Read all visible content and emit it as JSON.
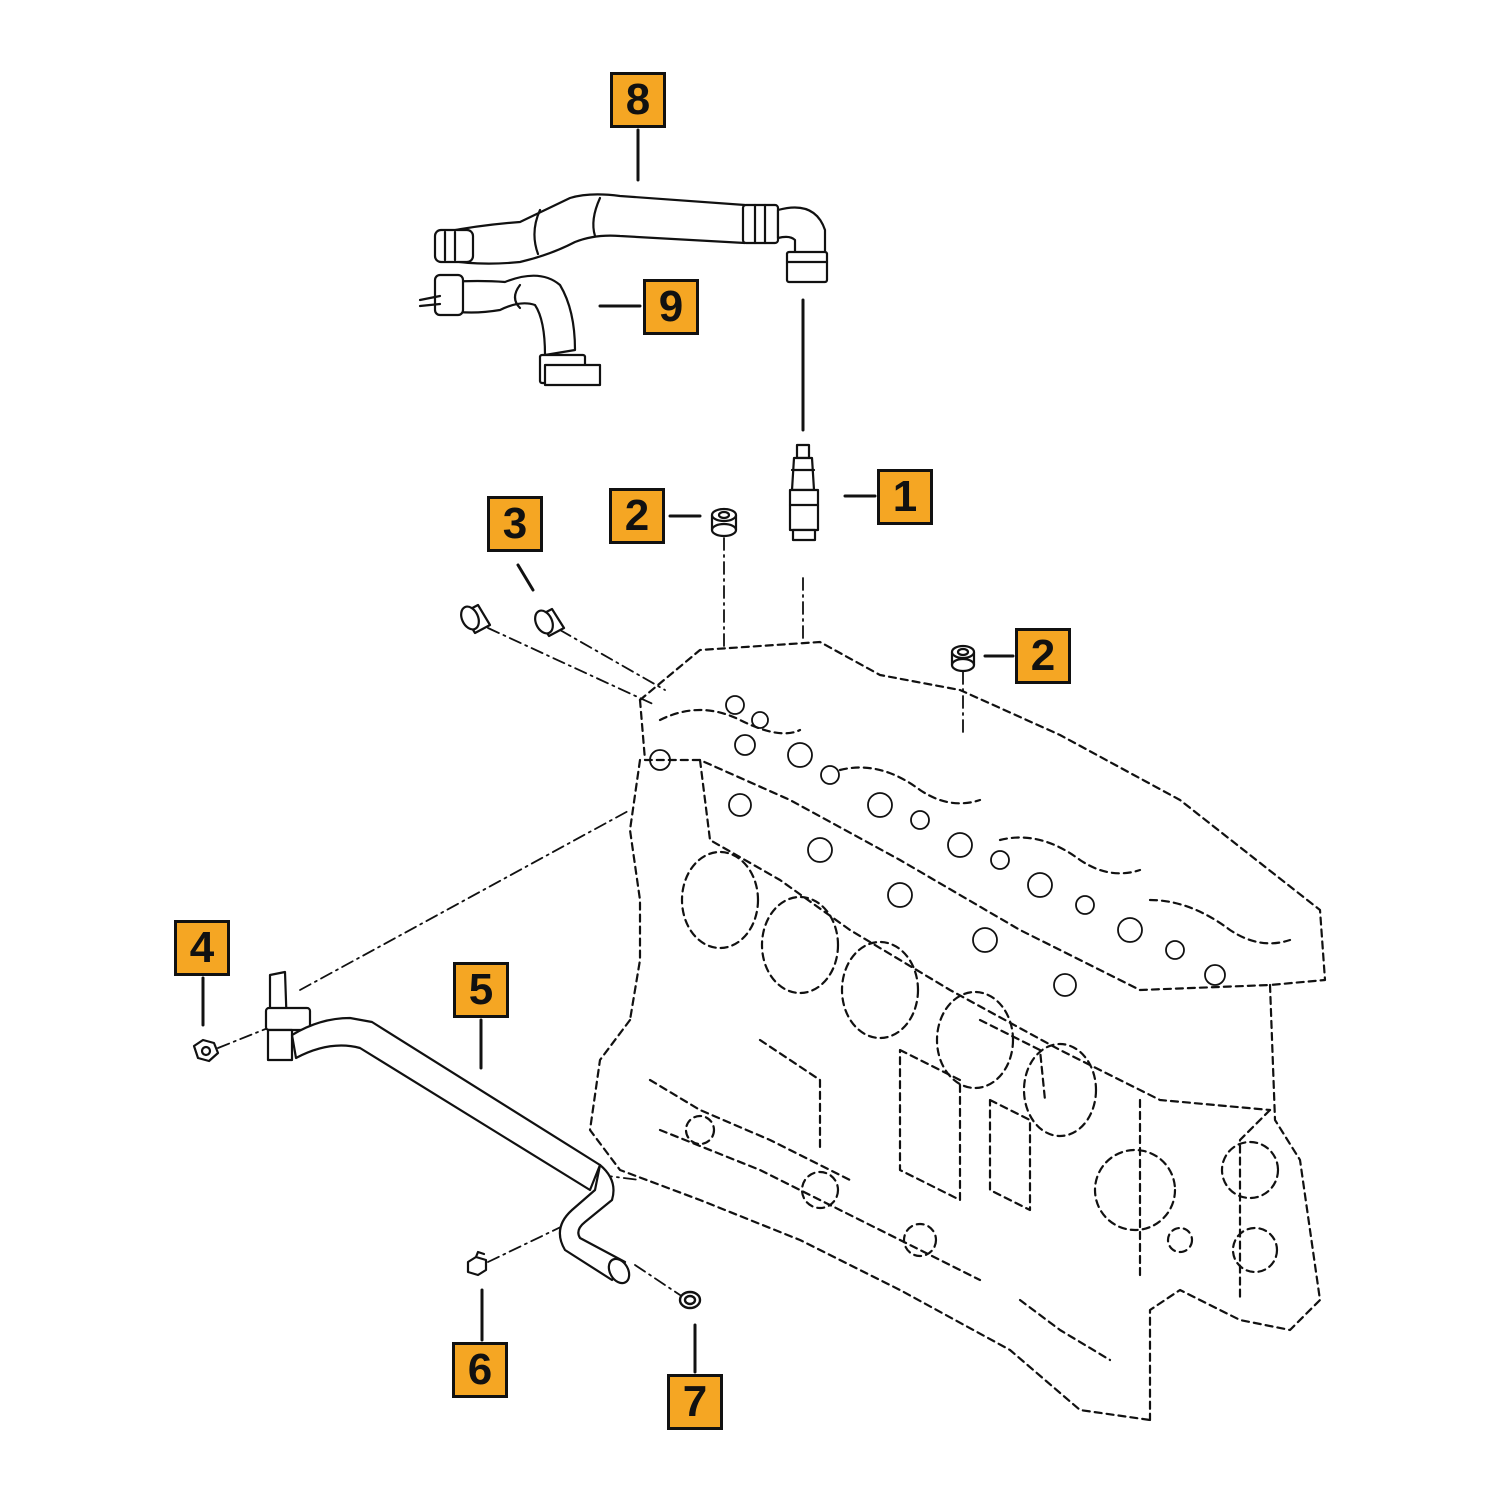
{
  "callout_color": "#F5A623",
  "line_color": "#111111",
  "callouts": [
    {
      "id": "1",
      "label": "1"
    },
    {
      "id": "2a",
      "label": "2"
    },
    {
      "id": "2b",
      "label": "2"
    },
    {
      "id": "3",
      "label": "3"
    },
    {
      "id": "4",
      "label": "4"
    },
    {
      "id": "5",
      "label": "5"
    },
    {
      "id": "6",
      "label": "6"
    },
    {
      "id": "7",
      "label": "7"
    },
    {
      "id": "8",
      "label": "8"
    },
    {
      "id": "9",
      "label": "9"
    }
  ]
}
